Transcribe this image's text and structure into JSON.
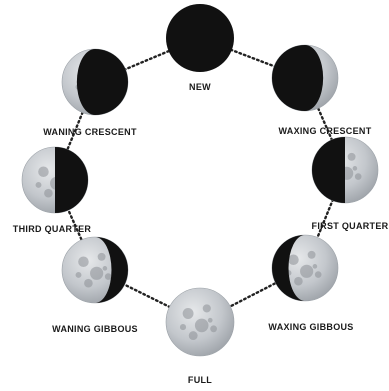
{
  "phases": [
    {
      "id": "new",
      "label": "NEW",
      "lit": "none"
    },
    {
      "id": "waxing-crescent",
      "label": "WAXING CRESCENT",
      "lit": "right-crescent"
    },
    {
      "id": "first-quarter",
      "label": "FIRST QUARTER",
      "lit": "right-half"
    },
    {
      "id": "waxing-gibbous",
      "label": "WAXING GIBBOUS",
      "lit": "right-gibbous"
    },
    {
      "id": "full",
      "label": "FULL",
      "lit": "full"
    },
    {
      "id": "waning-gibbous",
      "label": "WANING GIBBOUS",
      "lit": "left-gibbous"
    },
    {
      "id": "third-quarter",
      "label": "THIRD QUARTER",
      "lit": "left-half"
    },
    {
      "id": "waning-crescent",
      "label": "WANING CRESCENT",
      "lit": "left-crescent"
    }
  ],
  "colors": {
    "dark_side": "#111111",
    "lit_side": "#c9ccd0",
    "crater": "#8c9096",
    "orbit_dots": "#222222",
    "label": "#1a1a1a"
  }
}
